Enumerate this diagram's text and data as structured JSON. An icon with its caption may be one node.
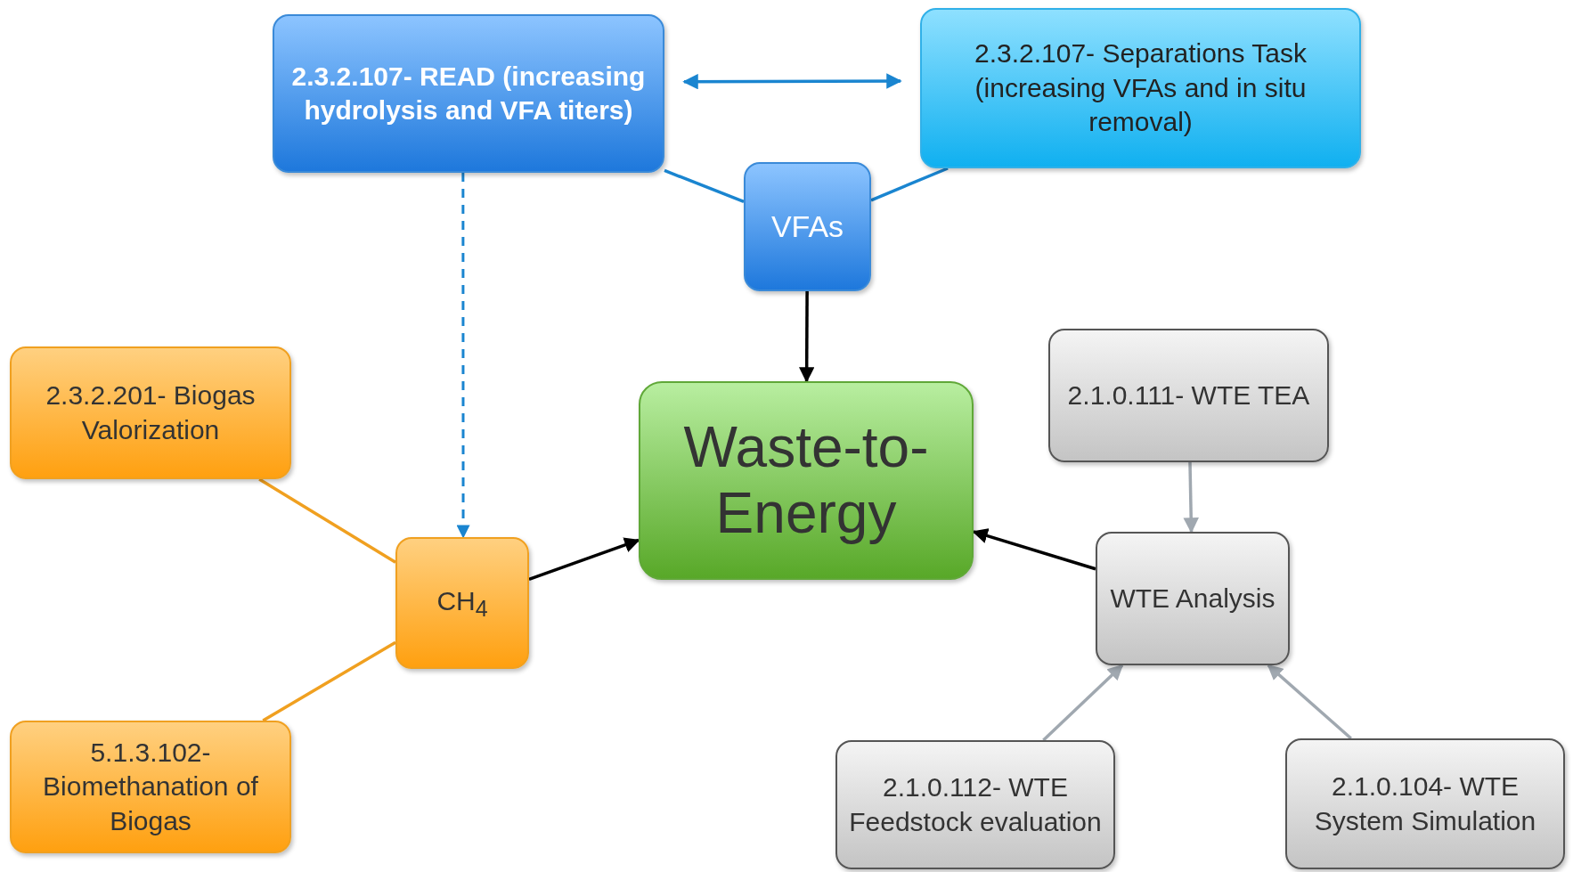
{
  "diagram": {
    "nodes": [
      {
        "text": [
          "2.3.2.107- READ (increasing hydrolysis and VFA titers)"
        ]
      },
      {
        "text": [
          "2.3.2.107- Separations Task (increasing VFAs and in situ removal)"
        ]
      },
      {
        "text": [
          "VFAs"
        ]
      },
      {
        "text": [
          "Waste-to-Energy"
        ]
      },
      {
        "text": [
          "2.3.2.201- Biogas Valorization"
        ]
      },
      {
        "text": [
          "CH$_{4}$"
        ]
      },
      {
        "text": [
          "5.1.3.102- Biomethanation of Biogas"
        ]
      },
      {
        "text": [
          "2.1.0.111- WTE TEA"
        ]
      },
      {
        "text": [
          "WTE Analysis"
        ]
      },
      {
        "text": [
          "2.1.0.112- WTE Feedstock evaluation"
        ]
      },
      {
        "text": [
          "2.1.0.104- WTE System Simulation"
        ]
      }
    ],
    "edges": [
      {
        "from": 0,
        "to": 1,
        "arrow": "both",
        "color": "#1a85d0"
      },
      {
        "from": 0,
        "to": 5,
        "arrow": "to",
        "style": "dashed",
        "color": "#1a85d0"
      },
      {
        "from": 0,
        "to": 2,
        "arrow": "none",
        "color": "#1a85d0"
      },
      {
        "from": 1,
        "to": 2,
        "arrow": "none",
        "color": "#1a85d0"
      },
      {
        "from": 2,
        "to": 3,
        "arrow": "to",
        "color": "#000000"
      },
      {
        "from": 4,
        "to": 5,
        "arrow": "none",
        "color": "#f0a020"
      },
      {
        "from": 6,
        "to": 5,
        "arrow": "none",
        "color": "#f0a020"
      },
      {
        "from": 5,
        "to": 3,
        "arrow": "to",
        "color": "#000000"
      },
      {
        "from": 8,
        "to": 3,
        "arrow": "to",
        "color": "#000000"
      },
      {
        "from": 7,
        "to": 8,
        "arrow": "to",
        "color": "#a0a8b0"
      },
      {
        "from": 9,
        "to": 8,
        "arrow": "to",
        "color": "#a0a8b0"
      },
      {
        "from": 10,
        "to": 8,
        "arrow": "to",
        "color": "#a0a8b0"
      }
    ]
  }
}
